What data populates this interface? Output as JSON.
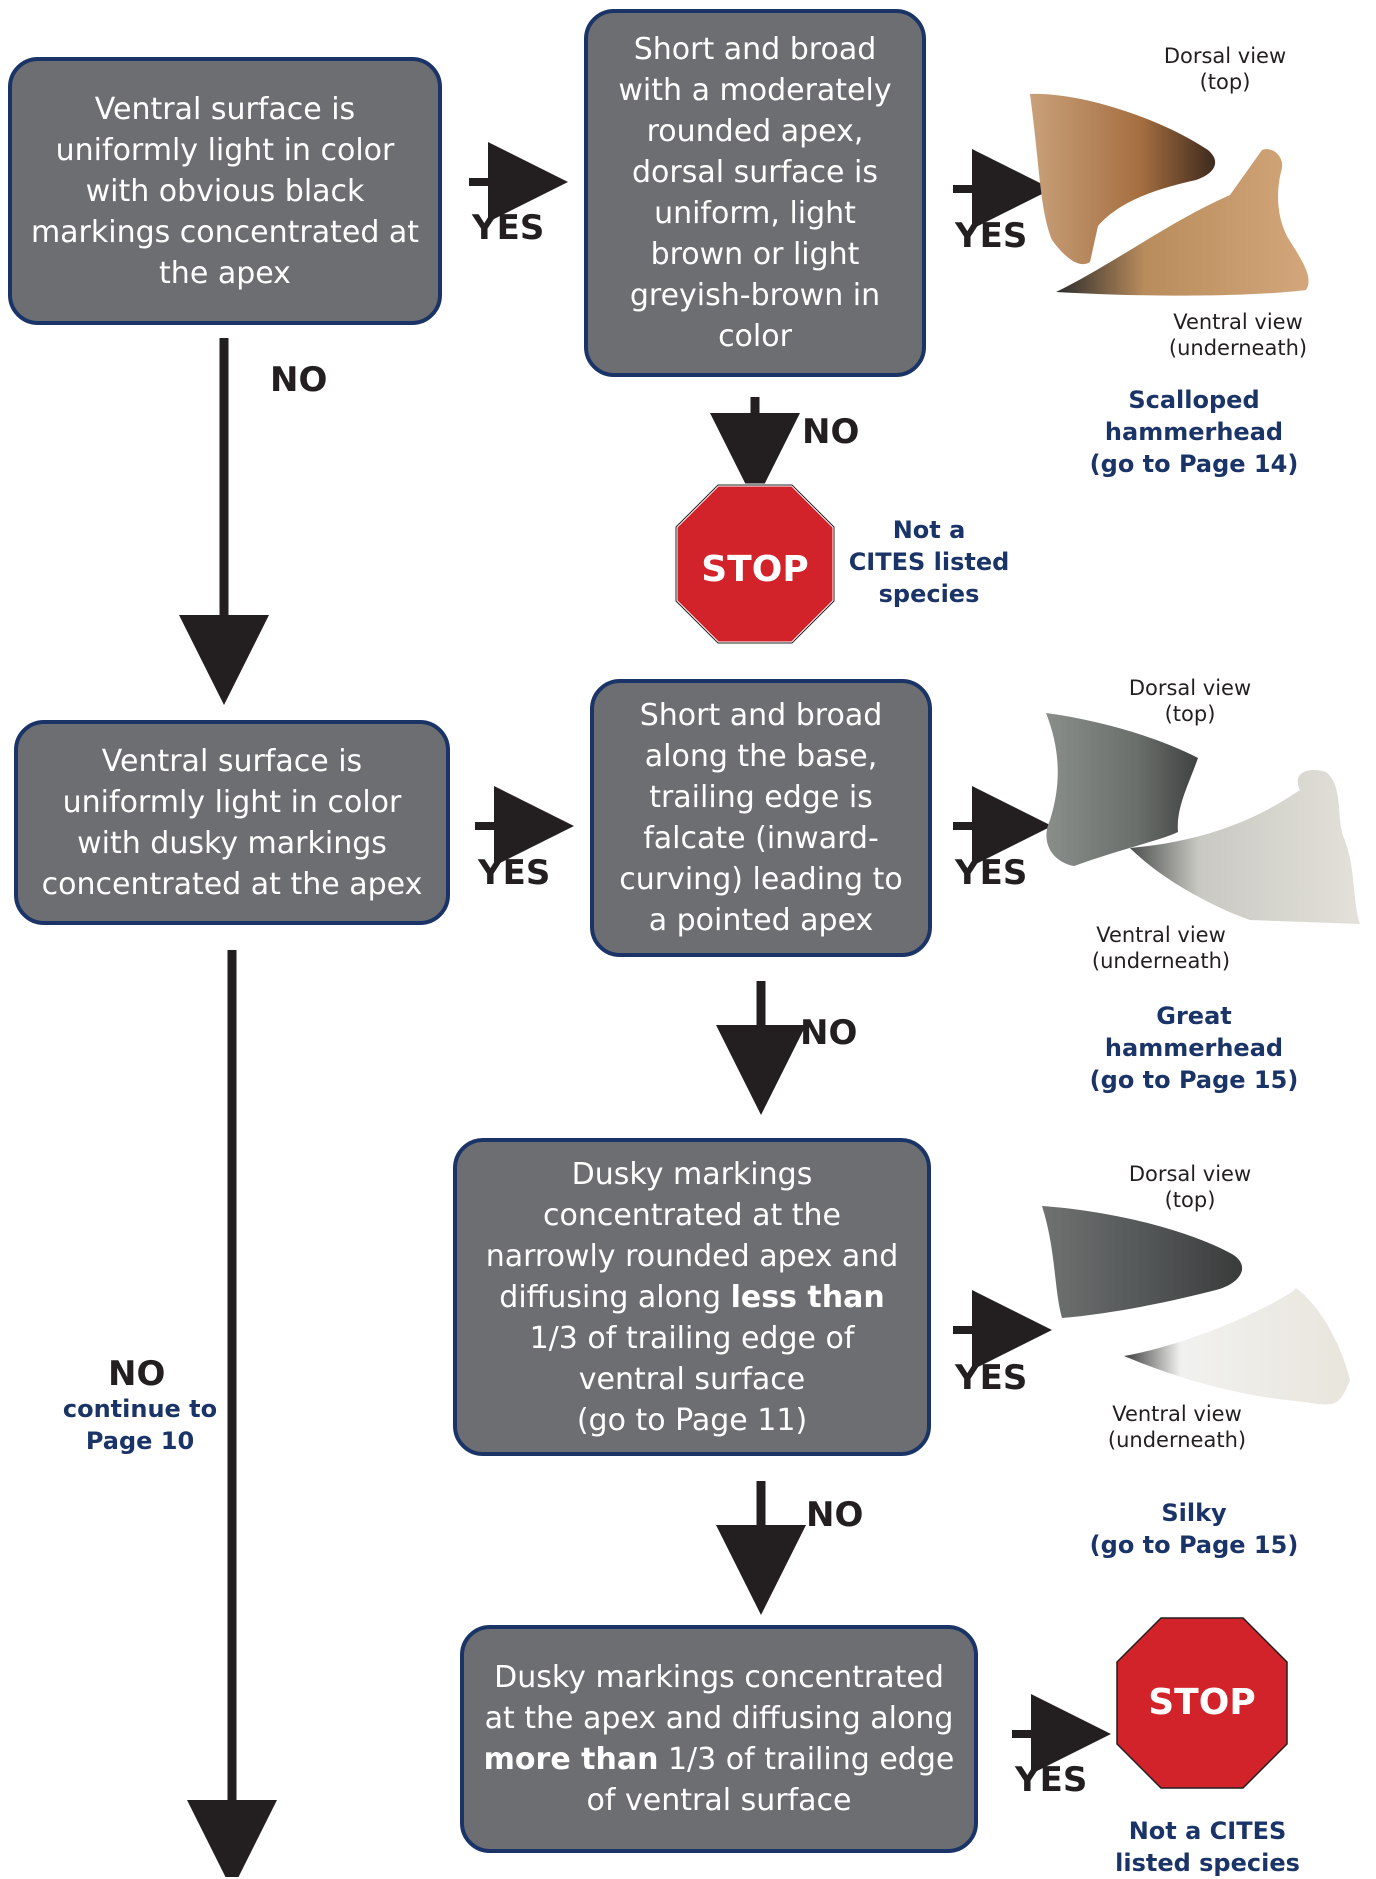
{
  "boxes": {
    "b1": "Ventral surface is uniformly light in color with obvious black markings concentrated at the apex",
    "b2": "Short and broad with a moderately rounded apex, dorsal surface is uniform, light brown or light greyish-brown in color",
    "b3": "Ventral surface is uniformly light in color with dusky markings concentrated at the apex",
    "b4": "Short and broad along the base, trailing edge is falcate (inward-curving) leading to a pointed apex",
    "b5": {
      "pre": "Dusky markings concentrated at the narrowly rounded apex and diffusing along ",
      "bold": "less than",
      "post": " 1/3 of trailing edge of ventral surface",
      "page": "(go to Page 11)"
    },
    "b6": {
      "pre": "Dusky markings concentrated at the apex and diffusing along ",
      "bold": "more than",
      "post": " 1/3 of trailing edge of ventral surface"
    }
  },
  "labels": {
    "yes": "YES",
    "no": "NO",
    "continue": "continue to\nPage 10"
  },
  "stop": {
    "text": "STOP",
    "note1": "Not a\nCITES listed\nspecies",
    "note2": "Not a CITES\nlisted species"
  },
  "captions": {
    "dorsal": "Dorsal view\n(top)",
    "ventral": "Ventral view\n(underneath)"
  },
  "species": {
    "s1": "Scalloped\nhammerhead\n(go to Page 14)",
    "s2": "Great\nhammerhead\n(go to Page 15)",
    "s3": "Silky\n(go to Page 15)"
  },
  "colors": {
    "box_fill": "#6d6e71",
    "box_border": "#1b3468",
    "stop_red": "#d2232a",
    "accent_navy": "#1b3468"
  }
}
